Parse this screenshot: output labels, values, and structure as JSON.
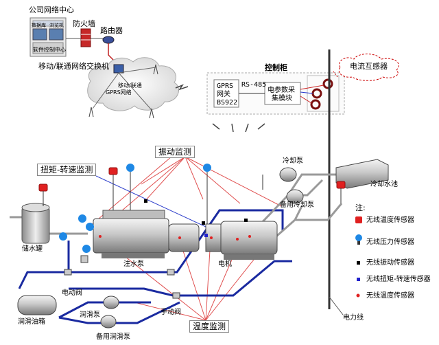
{
  "network": {
    "company_center": "公司网络中心",
    "db_label": "数据库",
    "browser_label": "浏览机",
    "software_center": "软件控制中心",
    "firewall": "防火墙",
    "router": "路由器",
    "mobile_unicom": "移动/联通",
    "network_switch": "网络交换机",
    "cloud_text_1": "移动/联通",
    "cloud_text_2": "GPRS网络"
  },
  "cabinet": {
    "title": "控制柜",
    "gprs_line1": "GPRS",
    "gprs_line2": "网关",
    "gprs_line3": "BS922",
    "rs485": "RS-485",
    "module_line1": "电参数采",
    "module_line2": "集模块",
    "current_transformer": "电流互感器"
  },
  "monitoring": {
    "vibration": "振动监测",
    "torque_speed": "扭矩-转速监测",
    "temperature": "温度监测"
  },
  "equipment": {
    "water_tank": "储水罐",
    "injection_pump": "注水泵",
    "motor": "电机",
    "cooling_pump": "冷却泵",
    "backup_cooling_pump": "备用冷却泵",
    "cooling_pool": "冷却水池",
    "lube_tank": "润滑油箱",
    "lube_pump": "润滑泵",
    "backup_lube_pump": "备用润滑泵",
    "electric_valve": "电动阀",
    "manual_valve": "手动阀",
    "power_line": "电力线"
  },
  "legend": {
    "title": "注:",
    "items": [
      {
        "label": "无线温度传感器",
        "color": "#e02020"
      },
      {
        "label": "无线压力传感器",
        "color": "#1e88e5"
      },
      {
        "label": "无线振动传感器",
        "color": "#000000"
      },
      {
        "label": "无线扭矩-转速传感器",
        "color": "#2222cc"
      },
      {
        "label": "无线温度传感器",
        "color": "#e02020"
      }
    ]
  },
  "colors": {
    "pipe": "#1a2aa0",
    "grey_pipe": "#9a9a9a",
    "red_line": "#e05050",
    "blue_line": "#3344cc"
  }
}
